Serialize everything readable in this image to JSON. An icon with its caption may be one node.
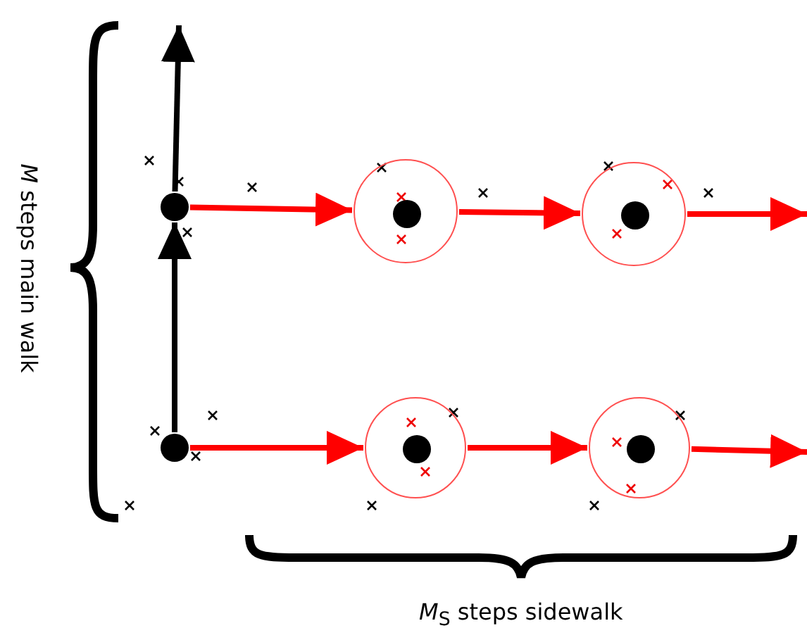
{
  "diagram": {
    "nodes": [
      {
        "text": [],
        "shape": "circle"
      },
      {
        "text": [],
        "shape": "circle"
      },
      {
        "text": [],
        "shape": "circle",
        "in": 1
      },
      {
        "text": [],
        "shape": "circle"
      },
      {
        "text": [],
        "shape": "circle",
        "in": 3
      },
      {
        "text": [],
        "shape": "circle"
      },
      {
        "text": [],
        "shape": "circle"
      },
      {
        "text": [],
        "shape": "circle",
        "in": 6
      },
      {
        "text": [],
        "shape": "circle"
      },
      {
        "text": [],
        "shape": "circle",
        "in": 8
      }
    ],
    "edges": [
      {
        "from": 0,
        "to": null,
        "arrow": "to",
        "color": "#000000"
      },
      {
        "from": 0,
        "to": 1,
        "arrow": "to"
      },
      {
        "from": 1,
        "to": 3,
        "arrow": "to"
      },
      {
        "from": 3,
        "to": null,
        "arrow": "to"
      },
      {
        "from": 5,
        "to": 0,
        "arrow": "to",
        "color": "#000000"
      },
      {
        "from": 5,
        "to": 6,
        "arrow": "to"
      },
      {
        "from": 6,
        "to": 8,
        "arrow": "to"
      },
      {
        "from": 8,
        "to": null,
        "arrow": "to"
      }
    ],
    "labels": [
      "*M* steps main walk",
      "*M*$_{S}$ steps sidewalk"
    ]
  }
}
